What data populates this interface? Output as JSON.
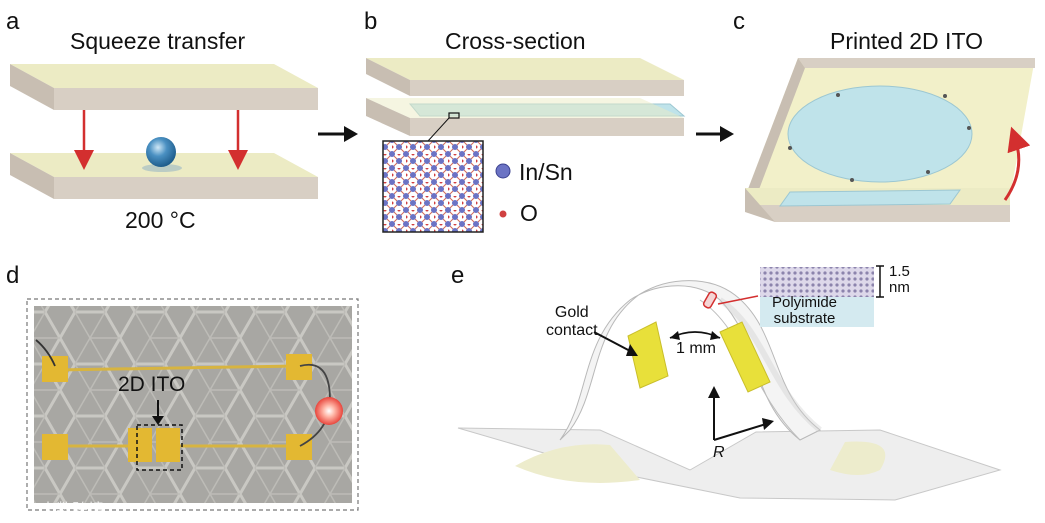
{
  "panels": {
    "a": {
      "letter": "a",
      "title": "Squeeze transfer",
      "temp": "200 °C"
    },
    "b": {
      "letter": "b",
      "title": "Cross-section",
      "legend_insn": "In/Sn",
      "legend_o": "O"
    },
    "c": {
      "letter": "c",
      "title": "Printed 2D ITO"
    },
    "d": {
      "letter": "d",
      "ito_label": "2D ITO"
    },
    "e": {
      "letter": "e",
      "gold": "Gold\ncontact",
      "gold_line1": "Gold",
      "gold_line2": "contact",
      "gap": "1 mm",
      "radius": "R",
      "thickness_line1": "1.5",
      "thickness_line2": "nm",
      "substrate_line1": "Polyimide",
      "substrate_line2": "substrate"
    }
  },
  "watermark": "大数跨境",
  "colors": {
    "plate_top": "#ecebc4",
    "plate_side": "#d8cfc4",
    "arrow_red": "#d32f2f",
    "ito_blue": "#bfe3ea",
    "gold": "#e8e03a",
    "photo_bg": "#a9a8a4"
  }
}
